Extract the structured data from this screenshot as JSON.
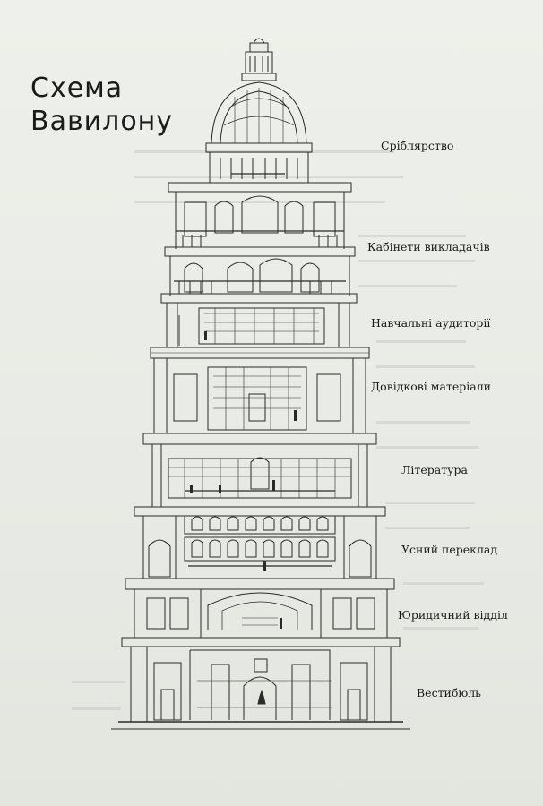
{
  "title": {
    "line1": "Схема",
    "line2": "Вавилону"
  },
  "floors": [
    {
      "label": "Сріблярство"
    },
    {
      "label": "Кабінети викладачів"
    },
    {
      "label": "Навчальні аудиторії"
    },
    {
      "label": "Довідкові матеріали"
    },
    {
      "label": "Література"
    },
    {
      "label": "Усний переклад"
    },
    {
      "label": "Юридичний відділ"
    },
    {
      "label": "Вестибюль"
    }
  ]
}
